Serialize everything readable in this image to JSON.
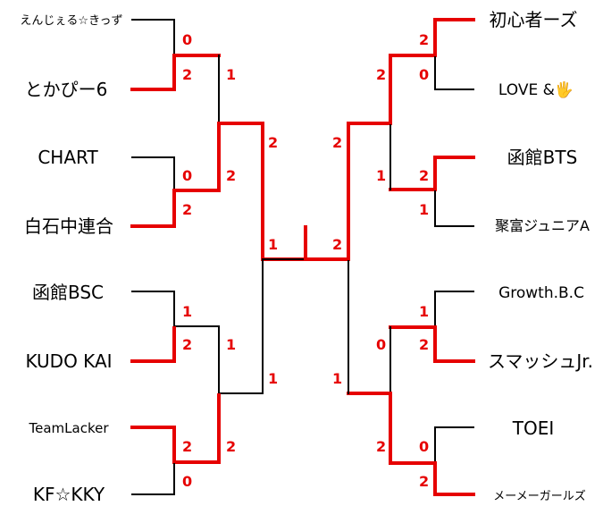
{
  "colors": {
    "winner": "#e60000",
    "line": "#000000",
    "score": "#e60000"
  },
  "left_teams": [
    "えんじぇる☆きっず",
    "とかぴー6",
    "CHART",
    "白石中連合",
    "函館BSC",
    "KUDO KAI",
    "TeamLacker",
    "KF☆KKY"
  ],
  "right_teams": [
    "初心者ーズ",
    "LOVE &🖐",
    "函館BTS",
    "聚富ジュニアA",
    "Growth.B.C",
    "スマッシュJr.",
    "TOEI",
    "メーメーガールズ"
  ],
  "scores": {
    "l_r1_m1": [
      "0",
      "2"
    ],
    "l_r1_m2": [
      "0",
      "2"
    ],
    "l_r1_m3": [
      "1",
      "2"
    ],
    "l_r1_m4": [
      "2",
      "0"
    ],
    "l_r2_m1": [
      "1",
      "2"
    ],
    "l_r2_m2": [
      "1",
      "2"
    ],
    "l_semi": [
      "2",
      "1"
    ],
    "r_r1_m1": [
      "2",
      "0"
    ],
    "r_r1_m2": [
      "2",
      "1"
    ],
    "r_r1_m3": [
      "1",
      "2"
    ],
    "r_r1_m4": [
      "0",
      "2"
    ],
    "r_r2_m1": [
      "2",
      "1"
    ],
    "r_r2_m2": [
      "0",
      "2"
    ],
    "r_semi": [
      "2",
      "1"
    ],
    "final": [
      "1",
      "2"
    ]
  }
}
